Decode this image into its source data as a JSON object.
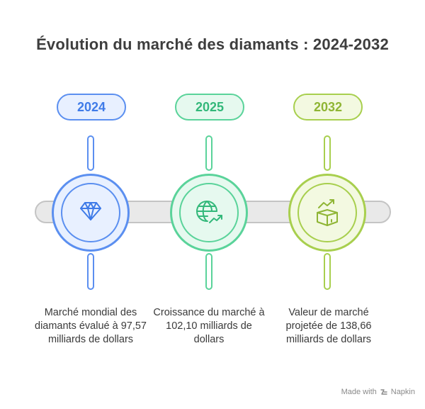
{
  "title": "Évolution du marché des diamants : 2024-2032",
  "steps": [
    {
      "year": "2024",
      "icon": "diamond-icon",
      "description": "Marché mondial des diamants évalué à 97,57 milliards de dollars",
      "colors": {
        "stroke": "#5b8ff0",
        "fill": "#e8f0ff",
        "text": "#3f7be8"
      }
    },
    {
      "year": "2025",
      "icon": "globe-growth-icon",
      "description": "Croissance du marché à 102,10 milliards de dollars",
      "colors": {
        "stroke": "#5ad39a",
        "fill": "#e6f9ef",
        "text": "#33b87a"
      }
    },
    {
      "year": "2032",
      "icon": "box-growth-icon",
      "description": "Valeur de marché projetée de 138,66 milliards de dollars",
      "colors": {
        "stroke": "#a8cf4e",
        "fill": "#f3f9e1",
        "text": "#8fb534"
      }
    }
  ],
  "footer": {
    "label": "Made with",
    "brand": "Napkin"
  }
}
